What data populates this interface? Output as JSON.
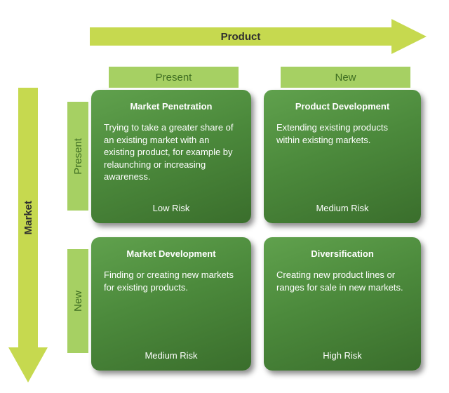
{
  "axes": {
    "product_label": "Product",
    "market_label": "Market"
  },
  "columns": [
    "Present",
    "New"
  ],
  "rows": [
    "Present",
    "New"
  ],
  "quadrants": [
    {
      "title": "Market Penetration",
      "body": "Trying to take a greater share of an existing market with an existing product, for example by relaunching or increasing awareness.",
      "risk": "Low Risk"
    },
    {
      "title": "Product Development",
      "body": "Extending existing products within existing markets.",
      "risk": "Medium Risk"
    },
    {
      "title": "Market Development",
      "body": "Finding or creating new markets for existing products.",
      "risk": "Medium Risk"
    },
    {
      "title": "Diversification",
      "body": "Creating new product lines or ranges for sale in new markets.",
      "risk": "High Risk"
    }
  ],
  "colors": {
    "arrow": "#c6d94f",
    "header_bg": "#a6d063",
    "header_text": "#3f6e22",
    "card_grad_start": "#60a14d",
    "card_grad_end": "#3a6e2c",
    "card_text": "#ffffff",
    "axis_label": "#2f2f2f"
  }
}
